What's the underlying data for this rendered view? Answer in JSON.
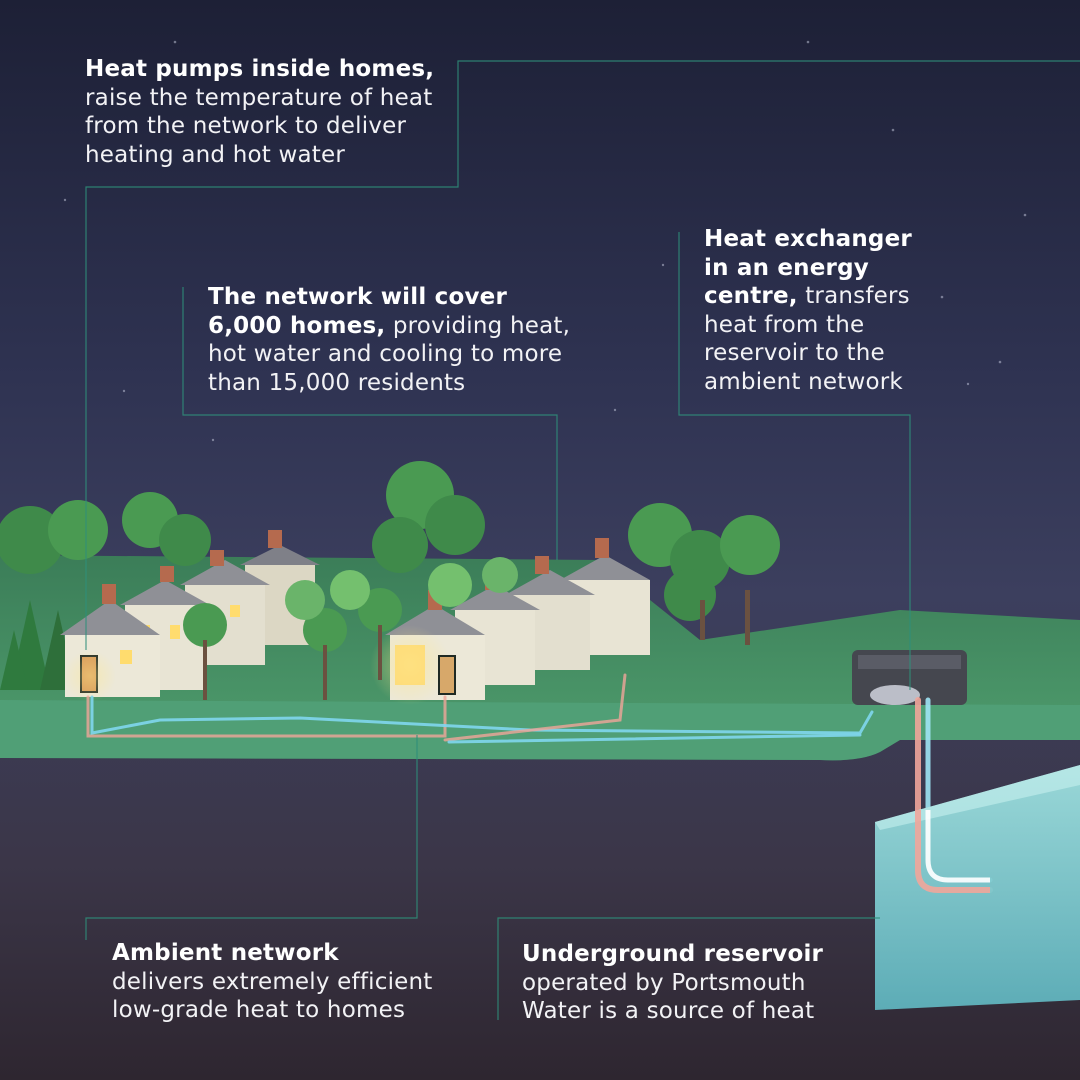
{
  "callouts": {
    "heat_pumps": {
      "title": "Heat pumps inside homes,",
      "body": "raise the temperature of heat from the network to deliver heating and hot water"
    },
    "network": {
      "title": "The network will cover 6,000 homes,",
      "body": "providing heat, hot water and cooling to more than 15,000 residents"
    },
    "heat_exchanger": {
      "title": "Heat exchanger in an energy centre,",
      "body": "transfers heat from the reservoir to the ambient network"
    },
    "ambient_network": {
      "title": "Ambient network",
      "body": "delivers extremely efficient low-grade heat to homes"
    },
    "reservoir": {
      "title": "Underground reservoir",
      "body": "operated by Portsmouth Water is a source of heat"
    }
  },
  "colors": {
    "leader_line": "#2f8f7a",
    "ground": "#3f8c63",
    "ground_edge": "#5fae87",
    "pipe_cool": "#7fd6ee",
    "pipe_warm": "#f0a59a",
    "reservoir_water": "#7fc8cf",
    "tree_leaf": "#4a9a52",
    "roof": "#8f9096",
    "wall": "#e8e4d4"
  }
}
